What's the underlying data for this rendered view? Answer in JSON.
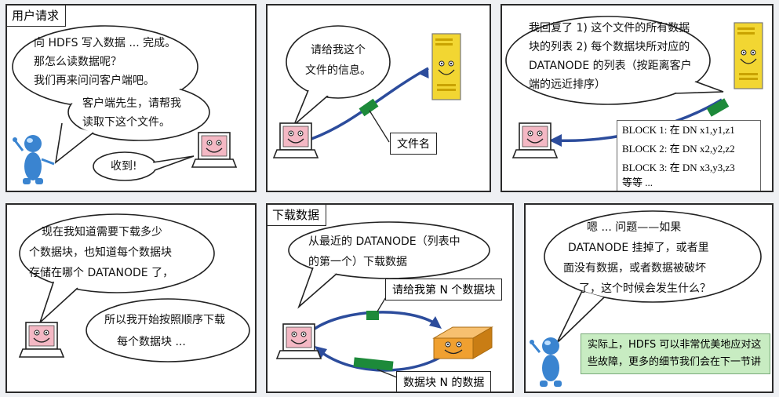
{
  "panels": {
    "p1": {
      "title": "用户请求",
      "lines": [
        "向 HDFS 写入数据 ... 完成。",
        "那怎么读数据呢？",
        "我们再来问问客户端吧。",
        "客户端先生，请帮我",
        "读取下这个文件。"
      ],
      "reply": "收到!"
    },
    "p2": {
      "bubble": [
        "请给我这个",
        "文件的信息。"
      ],
      "label": "文件名"
    },
    "p3": {
      "bubble": [
        "我回复了 1) 这个文件的所有数据",
        "块的列表 2) 每个数据块所对应的",
        "DATANODE 的列表（按距离客户",
        "端的远近排序）"
      ],
      "blocks": [
        "BLOCK 1: 在 DN x1,y1,z1",
        "BLOCK 2: 在 DN x2,y2,z2",
        "BLOCK 3: 在 DN x3,y3,z3",
        "等等 ..."
      ]
    },
    "p4": {
      "lines": [
        "现在我知道需要下载多少",
        "个数据块，也知道每个数据块",
        "存储在哪个 DATANODE 了，"
      ],
      "lines2": [
        "所以我开始按照顺序下载",
        "每个数据块 ..."
      ]
    },
    "p5": {
      "title": "下载数据",
      "bubble": [
        "从最近的 DATANODE（列表中",
        "的第一个）下载数据"
      ],
      "request": "请给我第 N 个数据块",
      "response": "数据块 N 的数据"
    },
    "p6": {
      "bubble": [
        "嗯 ... 问题——如果",
        "DATANODE 挂掉了，或者里",
        "面没有数据，或者数据被破坏",
        "了，这个时候会发生什么？"
      ],
      "note": [
        "实际上，HDFS 可以非常优美地应对这",
        "些故障，更多的细节我们会在下一节讲"
      ]
    }
  },
  "colors": {
    "border": "#2a2a2a",
    "arrow": "#2c4c9c",
    "packet": "#1d8a3a",
    "server_body": "#f2d632",
    "server_orange": "#f0a030",
    "laptop_screen": "#f4b8c4",
    "robot_blue": "#3a84d0",
    "note_bg": "#c8ecc2"
  },
  "icons": [
    "laptop-icon",
    "server-icon",
    "robot-icon",
    "data-packet-icon"
  ]
}
